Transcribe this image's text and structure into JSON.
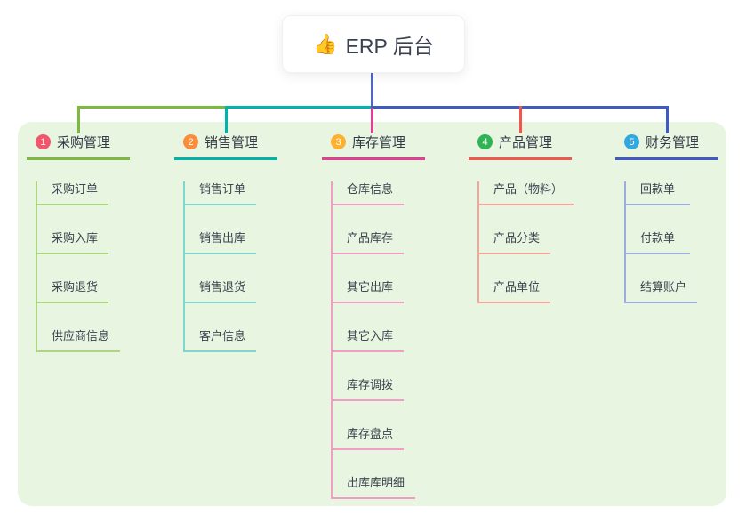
{
  "root": {
    "icon": "👍",
    "label": "ERP 后台"
  },
  "branches": [
    {
      "num": "1",
      "label": "采购管理",
      "children": [
        "采购订单",
        "采购入库",
        "采购退货",
        "供应商信息"
      ]
    },
    {
      "num": "2",
      "label": "销售管理",
      "children": [
        "销售订单",
        "销售出库",
        "销售退货",
        "客户信息"
      ]
    },
    {
      "num": "3",
      "label": "库存管理",
      "children": [
        "仓库信息",
        "产品库存",
        "其它出库",
        "其它入库",
        "库存调拨",
        "库存盘点",
        "出库库明细"
      ]
    },
    {
      "num": "4",
      "label": "产品管理",
      "children": [
        "产品（物料）",
        "产品分类",
        "产品单位"
      ]
    },
    {
      "num": "5",
      "label": "财务管理",
      "children": [
        "回款单",
        "付款单",
        "结算账户"
      ]
    }
  ],
  "colors": {
    "panel_bg": "#e8f5e1",
    "root_connector": "#5264c4",
    "branch1_line": "#7cb93f",
    "branch1_line_light": "#aed580",
    "branch1_badge": "#f2566d",
    "branch2_line": "#00b3ab",
    "branch2_line_light": "#7fd6cf",
    "branch2_badge": "#fb8c3a",
    "branch3_line": "#e23f94",
    "branch3_line_light": "#f09ec6",
    "branch3_badge": "#feb12f",
    "branch4_line": "#f3564c",
    "branch4_line_light": "#f6a39c",
    "branch4_badge": "#2fb455",
    "branch5_line": "#3f5bc3",
    "branch5_line_light": "#9cadde",
    "branch5_badge": "#31a9e0"
  }
}
